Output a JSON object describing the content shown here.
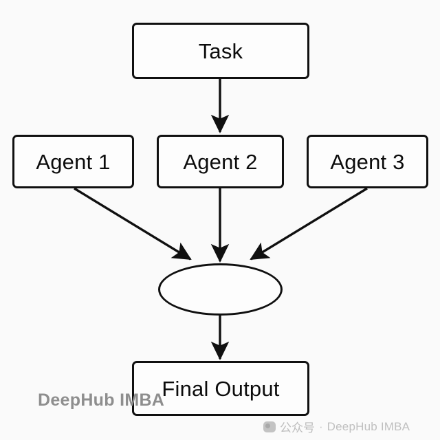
{
  "diagram": {
    "type": "flowchart",
    "orientation": "top-to-bottom",
    "background_color": "#fafafa",
    "stroke_color": "#101010",
    "nodes": [
      {
        "id": "task",
        "label": "Task",
        "shape": "rounded-rectangle"
      },
      {
        "id": "agent1",
        "label": "Agent 1",
        "shape": "rounded-rectangle"
      },
      {
        "id": "agent2",
        "label": "Agent 2",
        "shape": "rounded-rectangle"
      },
      {
        "id": "agent3",
        "label": "Agent 3",
        "shape": "rounded-rectangle"
      },
      {
        "id": "merge",
        "label": "",
        "shape": "ellipse"
      },
      {
        "id": "final",
        "label": "Final Output",
        "shape": "rounded-rectangle"
      }
    ],
    "edges": [
      {
        "from": "task",
        "to": "agent2",
        "label": "",
        "style": "solid-arrow"
      },
      {
        "from": "agent1",
        "to": "merge",
        "label": "",
        "style": "solid-arrow"
      },
      {
        "from": "agent2",
        "to": "merge",
        "label": "",
        "style": "solid-arrow"
      },
      {
        "from": "agent3",
        "to": "merge",
        "label": "",
        "style": "solid-arrow"
      },
      {
        "from": "merge",
        "to": "final",
        "label": "",
        "style": "solid-arrow"
      }
    ]
  },
  "watermarks": {
    "left": "DeepHub IMBA",
    "bottom_right": {
      "icon": "wechat-logo-icon",
      "wechat_label": "公众号",
      "separator": "·",
      "brand": "DeepHub IMBA"
    }
  }
}
